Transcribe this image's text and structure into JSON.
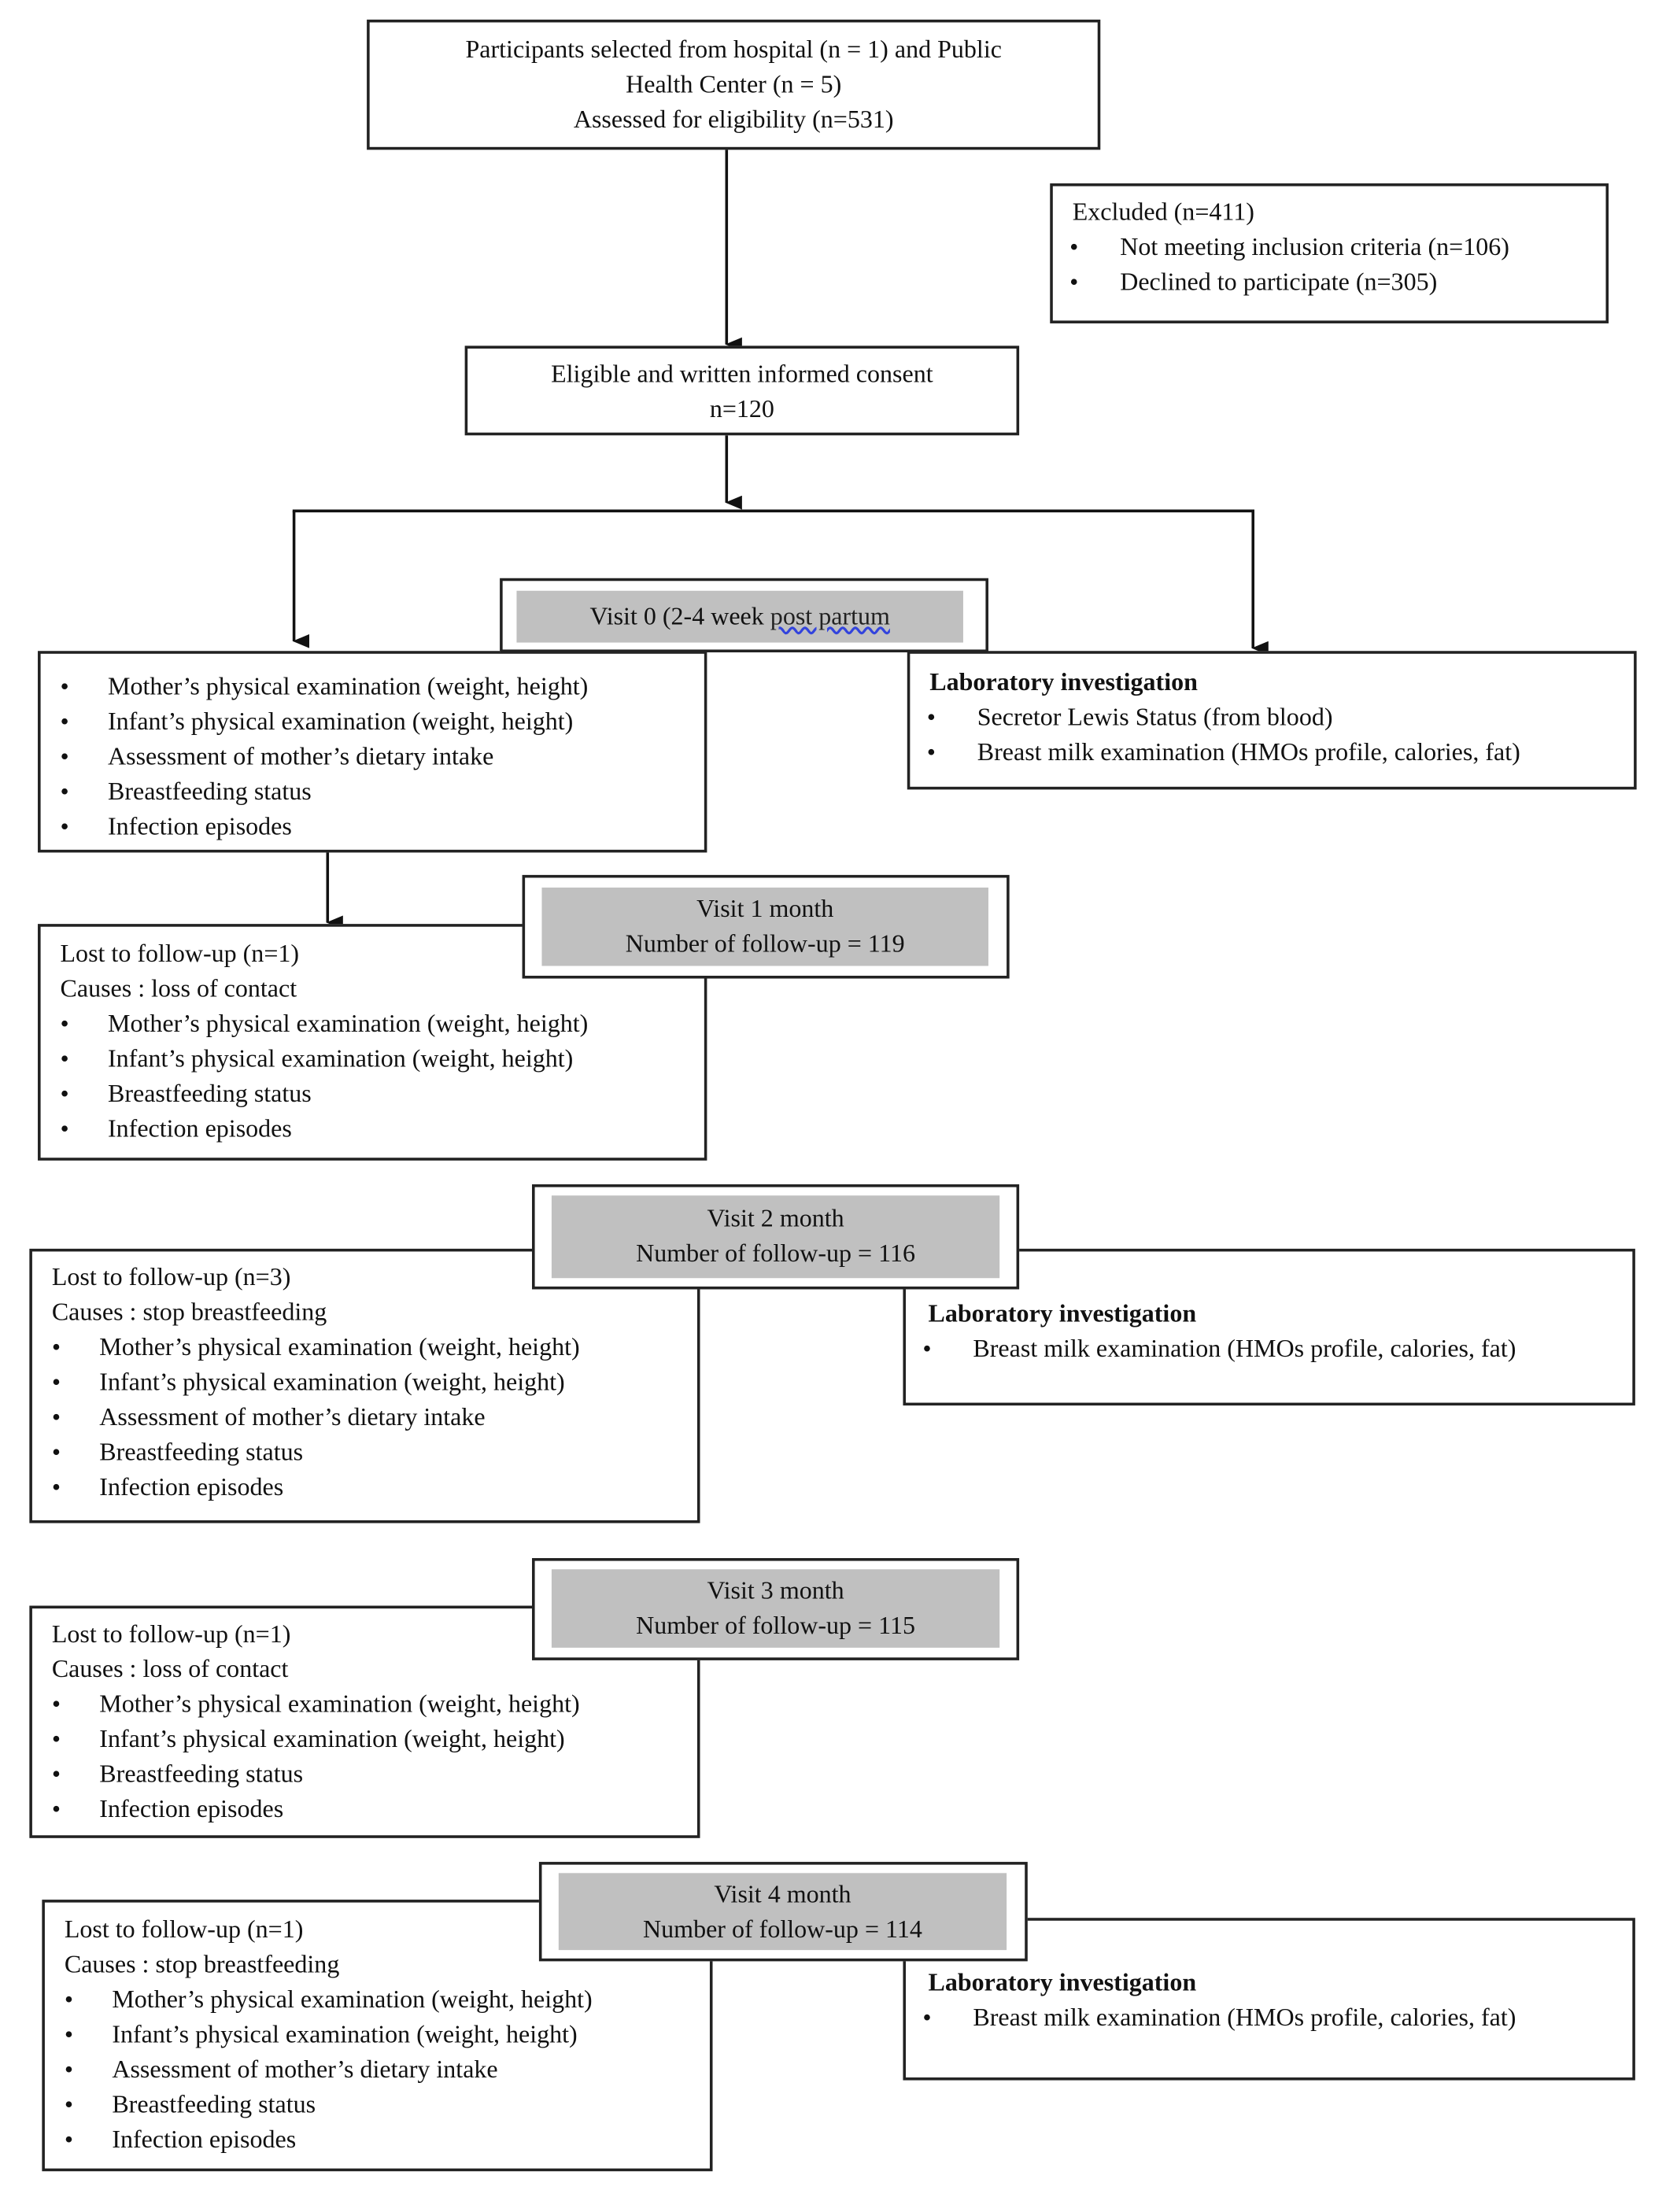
{
  "enrollment": {
    "lines": [
      "Participants selected from hospital (n = 1) and Public",
      "Health Center  (n = 5)",
      "Assessed for eligibility (n=531)"
    ]
  },
  "excluded": {
    "title": "Excluded (n=411)",
    "items": [
      "Not meeting inclusion criteria (n=106)",
      "Declined to participate (n=305)"
    ]
  },
  "eligible": {
    "lines": [
      "Eligible and written informed consent",
      "n=120"
    ]
  },
  "visit0": {
    "label_a": "Visit 0 (2-4 week ",
    "label_b": "post partum",
    "items": [
      "Mother’s physical examination (weight, height)",
      "Infant’s physical examination (weight, height)",
      "Assessment of mother’s dietary intake",
      "Breastfeeding status",
      "Infection episodes"
    ],
    "lab": {
      "title": "Laboratory investigation",
      "items": [
        "Secretor Lewis Status (from blood)",
        "Breast milk examination (HMOs profile, calories, fat)"
      ]
    }
  },
  "visit1": {
    "lines": [
      "Visit 1 month",
      "Number of follow-up = 119"
    ],
    "lost": "Lost to follow-up (n=1)",
    "causes": "Causes : loss of contact",
    "items": [
      "Mother’s physical examination (weight, height)",
      "Infant’s physical examination (weight, height)",
      "Breastfeeding status",
      "Infection episodes"
    ]
  },
  "visit2": {
    "lines": [
      "Visit 2 month",
      "Number of follow-up = 116"
    ],
    "lost": "Lost to follow-up (n=3)",
    "causes": "Causes : stop breastfeeding",
    "items": [
      "Mother’s physical examination (weight, height)",
      "Infant’s physical examination (weight, height)",
      "Assessment of mother’s dietary intake",
      "Breastfeeding status",
      "Infection episodes"
    ],
    "lab": {
      "title": "Laboratory investigation",
      "items": [
        "Breast milk examination (HMOs profile, calories, fat)"
      ]
    }
  },
  "visit3": {
    "lines": [
      "Visit 3 month",
      "Number of follow-up = 115"
    ],
    "lost": "Lost to follow-up (n=1)",
    "causes": "Causes : loss of contact",
    "items": [
      "Mother’s physical examination (weight, height)",
      "Infant’s physical examination (weight, height)",
      "Breastfeeding status",
      "Infection episodes"
    ]
  },
  "visit4": {
    "lines": [
      "Visit 4 month",
      "Number of follow-up = 114"
    ],
    "lost": "Lost to follow-up (n=1)",
    "causes": "Causes : stop breastfeeding",
    "items": [
      "Mother’s physical examination (weight, height)",
      "Infant’s physical examination (weight, height)",
      "Assessment of mother’s dietary intake",
      "Breastfeeding status",
      "Infection episodes"
    ],
    "lab": {
      "title": "Laboratory investigation",
      "items": [
        "Breast milk examination (HMOs profile, calories, fat)"
      ]
    }
  }
}
